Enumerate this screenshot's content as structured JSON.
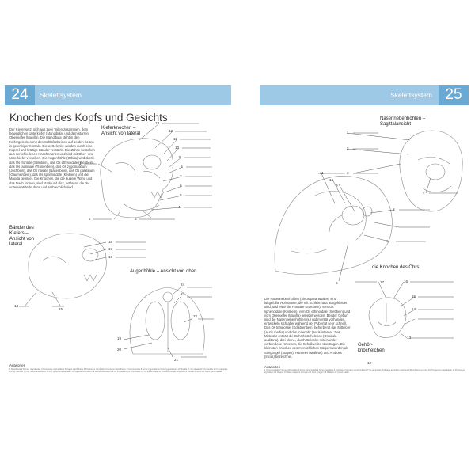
{
  "left_page": {
    "number": "24",
    "section": "Skelettsystem",
    "title": "Knochen des Kopfs und Gesichts",
    "intro": "Der Kiefer setzt sich aus zwei Teilen zusammen, dem beweglichen Unterkiefer (Mandibula) und dem starren Oberkiefer (Maxilla). Die Mandibula steht in den Kiefergelenken mit den Schläfenbeinen auf beiden Seiten in gelenkiger Kontakt. Diese Gelenke werden durch eine Kapsel und kräftige Bänder verstärkt. Die Zähne bestehen aus verschiedenen Knochenarten und sind mit Ober- und Unterkiefer verankert. Die Augenhöhle (Orbita) wird durch das Os frontale (Stirnbein), das Os ethmoidale (Siebbein), das Os lacrimale (Tränenbein), das Os zygomaticum (Jochbein), das Os nasale (Nasenbein), das Os palatinum (Gaumenbein), das Os sphenoidale (Keilbein) und die Maxilla gebildet. Die Knochen, die die äußere Wand und das Dach formen, sind stark und dick, während die der unteren Wände dünn und zerbrechlich sind.",
    "caption_kiefer": "Kieferknochen – Ansicht von lateral",
    "caption_baender": "Bänder des Kiefers – Ansicht von lateral",
    "caption_augen": "Augenhöhle – Ansicht von oben",
    "labels_kiefer": [
      "13",
      "12",
      "11",
      "10",
      "9",
      "8",
      "7",
      "6",
      "5",
      "4",
      "3",
      "2",
      "1"
    ],
    "labels_baender": [
      "18",
      "17",
      "16",
      "15",
      "14"
    ],
    "labels_augen": [
      "24",
      "23",
      "22",
      "21",
      "20",
      "19"
    ],
    "answers_heading": "Antworten",
    "answers_text": "1 Mandibula 2 Ramus mandibulae 3 Processus coronoideus 4 Caput mandibulae 5 Processus condylaris 6 Incisura mandibulae 7 Os temporale 8 Arcus zygomaticus 9 Os zygomaticum 10 Maxilla 11 Os nasale 12 Os frontale 13 Os parietale 14 Lig. laterale 15 Lig. stylomandibulare 16 Lig. sphenomandibulare 17 Capsula articularis 18 Discus articularis 19 Os frontale 20 Os ethmoidale 21 Os sphenoidale 22 Fissura orbitalis superior 23 Canalis opticus 24 Sinus sphenoidalis"
  },
  "right_page": {
    "number": "25",
    "section": "Skelettsystem",
    "caption_nasen": "Nasennebenhöhlen – Sagittalansicht",
    "caption_ohr": "die Knochen des Ohrs",
    "caption_gehoer": "Gehör­knöchelchen",
    "labels_nasen": [
      "1",
      "2",
      "3",
      "4"
    ],
    "labels_ohr": [
      "11",
      "10",
      "9",
      "8",
      "7",
      "6",
      "5"
    ],
    "labels_gehoer": [
      "17",
      "16",
      "15",
      "14",
      "13",
      "12"
    ],
    "body": "Die Nasennebenhöhlen (Sinus paranasales) sind luftgefüllte Hohlräume, die mit Schleimhaut ausgekleidet sind, und zwar die Frontale (Stirnbein), vom Os sphenoidale (Keilbein), vom Os ethmoidale (Siebbein) und vom Oberkiefer (Maxilla) gebildet werden. Bei der Geburt sind die Nasennebenhöhlen nur rudimentär vorhanden, entwickeln sich aber während der Pubertät sehr schnell. Das Os temporale (Schläfenbein) beherbergt das Mittelohr (Auris media) und das Innenohr (Auris interna). Das Mittelohr enthält die Gehörknöchelchen (Ossicula auditoria), drei kleine, durch Gelenke miteinander verbundene Knochen, die Schallwellen übertragen. Die kleinsten Knochen des menschlichen Körpers werden als Steigbügel (Stapes), Hammer (Malleus) und Amboss (Incus) bezeichnet.",
    "answers_heading": "Antworten",
    "answers_text": "1 Sinus frontalis 2 Sinus ethmoidalis 3 Sinus sphenoidalis 4 Sinus maxillaris 5 Cochlea 6 Canales semicirculares 7 Os temporale 8 Meatus acusticus externus 9 Membrana tympani 10 Processus mastoideus 11 Processus styloideus 12 Stapes 13 Basis stapedis 14 Incus 15 Crus longum 16 Malleus 17 Caput mallei"
  },
  "colors": {
    "header_light": "#9ec9e6",
    "header_dark": "#6aa9d4",
    "paper": "#ffffff"
  }
}
